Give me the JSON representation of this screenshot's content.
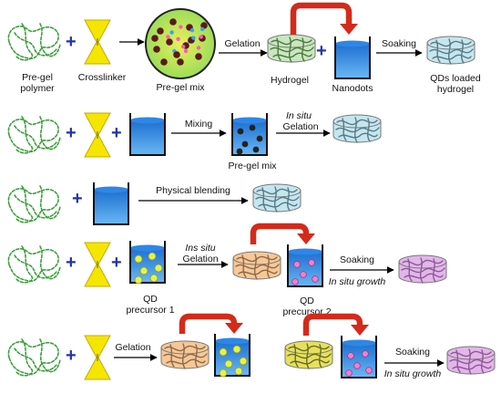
{
  "rows": [
    {
      "labels": {
        "polymer": "Pre-gel\npolymer",
        "crosslinker": "Crosslinker",
        "mix": "Pre-gel mix",
        "step1": "Gelation",
        "hydrogel": "Hydrogel",
        "nanodots": "Nanodots",
        "step2": "Soaking",
        "product": "QDs loaded\nhydrogel"
      }
    },
    {
      "labels": {
        "step1": "Mixing",
        "mix": "Pre-gel mix",
        "step2a": "In situ",
        "step2b": "Gelation"
      }
    },
    {
      "labels": {
        "step1": "Physical blending"
      }
    },
    {
      "labels": {
        "precursor1": "QD\nprecursor 1",
        "step1a": "Ins situ",
        "step1b": "Gelation",
        "precursor2": "QD\nprecursor 2",
        "step2a": "Soaking",
        "step2b": "In situ growth"
      }
    },
    {
      "labels": {
        "step1": "Gelation",
        "step2a": "Soaking",
        "step2b": "In situ growth"
      }
    }
  ],
  "colors": {
    "polymer": "#3aa13a",
    "crosslinker": "#f5e600",
    "plus": "#2233aa",
    "water": "#3f8fe0",
    "red_arrow": "#d42a1a",
    "gel_plain": "#c6e6ef",
    "gel_green": "#c9e6c0",
    "gel_orange": "#f7c896",
    "gel_yellow": "#e6e15c",
    "gel_violet": "#e3b6ea",
    "mix_bg": "#b6e86b"
  },
  "icons": [
    "polymer-network-icon",
    "crosslinker-hourglass-icon",
    "beaker-icon",
    "hydrogel-disc-icon",
    "red-curved-arrow-icon"
  ]
}
